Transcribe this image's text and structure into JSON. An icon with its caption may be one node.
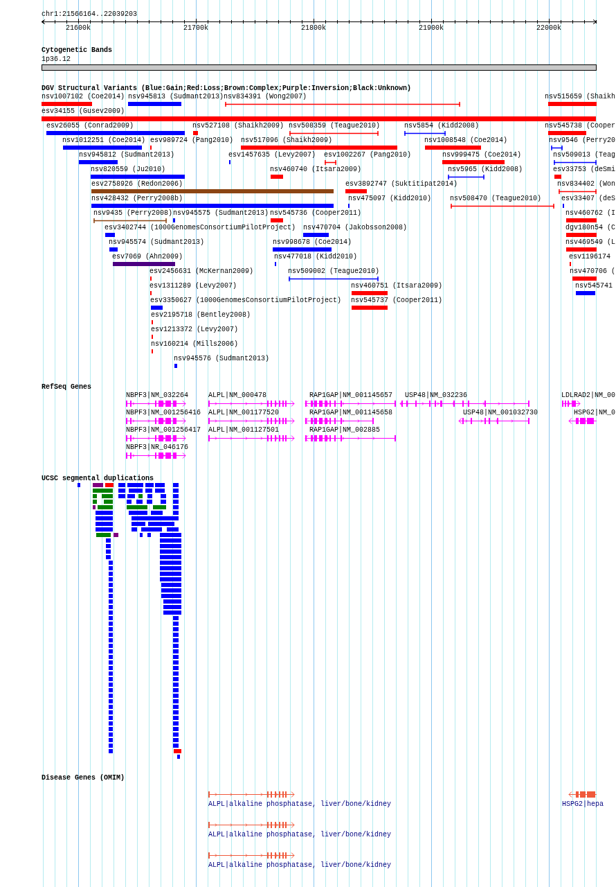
{
  "diagram": {
    "labels": [
      "chr1:21566164..22039203",
      "21600k",
      "21700k",
      "21800k",
      "21900k",
      "22000k",
      "Cytogenetic Bands",
      "1p36.12",
      "DGV Structural Variants (Blue:Gain;Red:Loss;Brown:Complex;Purple:Inversion;Black:Unknown)",
      "nsv1007102 (Coe2014)",
      "nsv945813 (Sudmant2013)",
      "nsv834391 (Wong2007)",
      "nsv515659 (Shaikh",
      "esv34155 (Gusev2009)",
      "esv26055 (Conrad2009)",
      "nsv527108 (Shaikh2009)",
      "nsv508359 (Teague2010)",
      "nsv5854 (Kidd2008)",
      "nsv545738 (Cooper",
      "nsv1012251 (Coe2014)",
      "esv989724 (Pang2010)",
      "nsv517096 (Shaikh2009)",
      "nsv1008548 (Coe2014)",
      "nsv9546 (Perry20",
      "nsv945812 (Sudmant2013)",
      "esv1457635 (Levy2007)",
      "esv1002267 (Pang2010)",
      "nsv999475 (Coe2014)",
      "nsv509013 (Teag",
      "nsv820559 (Ju2010)",
      "nsv460740 (Itsara2009)",
      "nsv5965 (Kidd2008)",
      "esv33753 (deSmi",
      "esv2758926 (Redon2006)",
      "esv3892747 (Suktitipat2014)",
      "nsv834402 (Won",
      "nsv428432 (Perry2008b)",
      "nsv475097 (Kidd2010)",
      "nsv508470 (Teague2010)",
      "esv33407 (deS",
      "nsv9435 (Perry2008)",
      "nsv945575 (Sudmant2013)",
      "nsv545736 (Cooper2011)",
      "nsv460762 (I",
      "esv3402744 (1000GenomesConsortiumPilotProject)",
      "nsv470704 (Jakobsson2008)",
      "dgv180n54 (C",
      "nsv945574 (Sudmant2013)",
      "nsv998678 (Coe2014)",
      "nsv469549 (L",
      "esv7069 (Ahn2009)",
      "nsv477018 (Kidd2010)",
      "esv1196174",
      "esv2456631 (McKernan2009)",
      "nsv509002 (Teague2010)",
      "nsv470706 (",
      "esv1311289 (Levy2007)",
      "nsv460751 (Itsara2009)",
      "nsv545741",
      "esv3350627 (1000GenomesConsortiumPilotProject)",
      "nsv545737 (Cooper2011)",
      "esv2195718 (Bentley2008)",
      "esv1213372 (Levy2007)",
      "nsv160214 (Mills2006)",
      "nsv945576 (Sudmant2013)",
      "RefSeq Genes",
      "NBPF3|NM_032264",
      "ALPL|NM_000478",
      "RAP1GAP|NM_001145657",
      "USP48|NM_032236",
      "LDLRAD2|NM_00",
      "NBPF3|NM_001256416",
      "ALPL|NM_001177520",
      "RAP1GAP|NM_001145658",
      "USP48|NM_001032730",
      "HSPG2|NM_0",
      "NBPF3|NM_001256417",
      "ALPL|NM_001127501",
      "RAP1GAP|NM_002885",
      "NBPF3|NR_046176",
      "UCSC segmental duplications",
      "Disease Genes (OMIM)",
      "ALPL|alkaline phosphatase, liver/bone/kidney",
      "HSPG2|hepa",
      "ALPL|alkaline phosphatase, liver/bone/kidney",
      "ALPL|alkaline phosphatase, liver/bone/kidney"
    ]
  }
}
